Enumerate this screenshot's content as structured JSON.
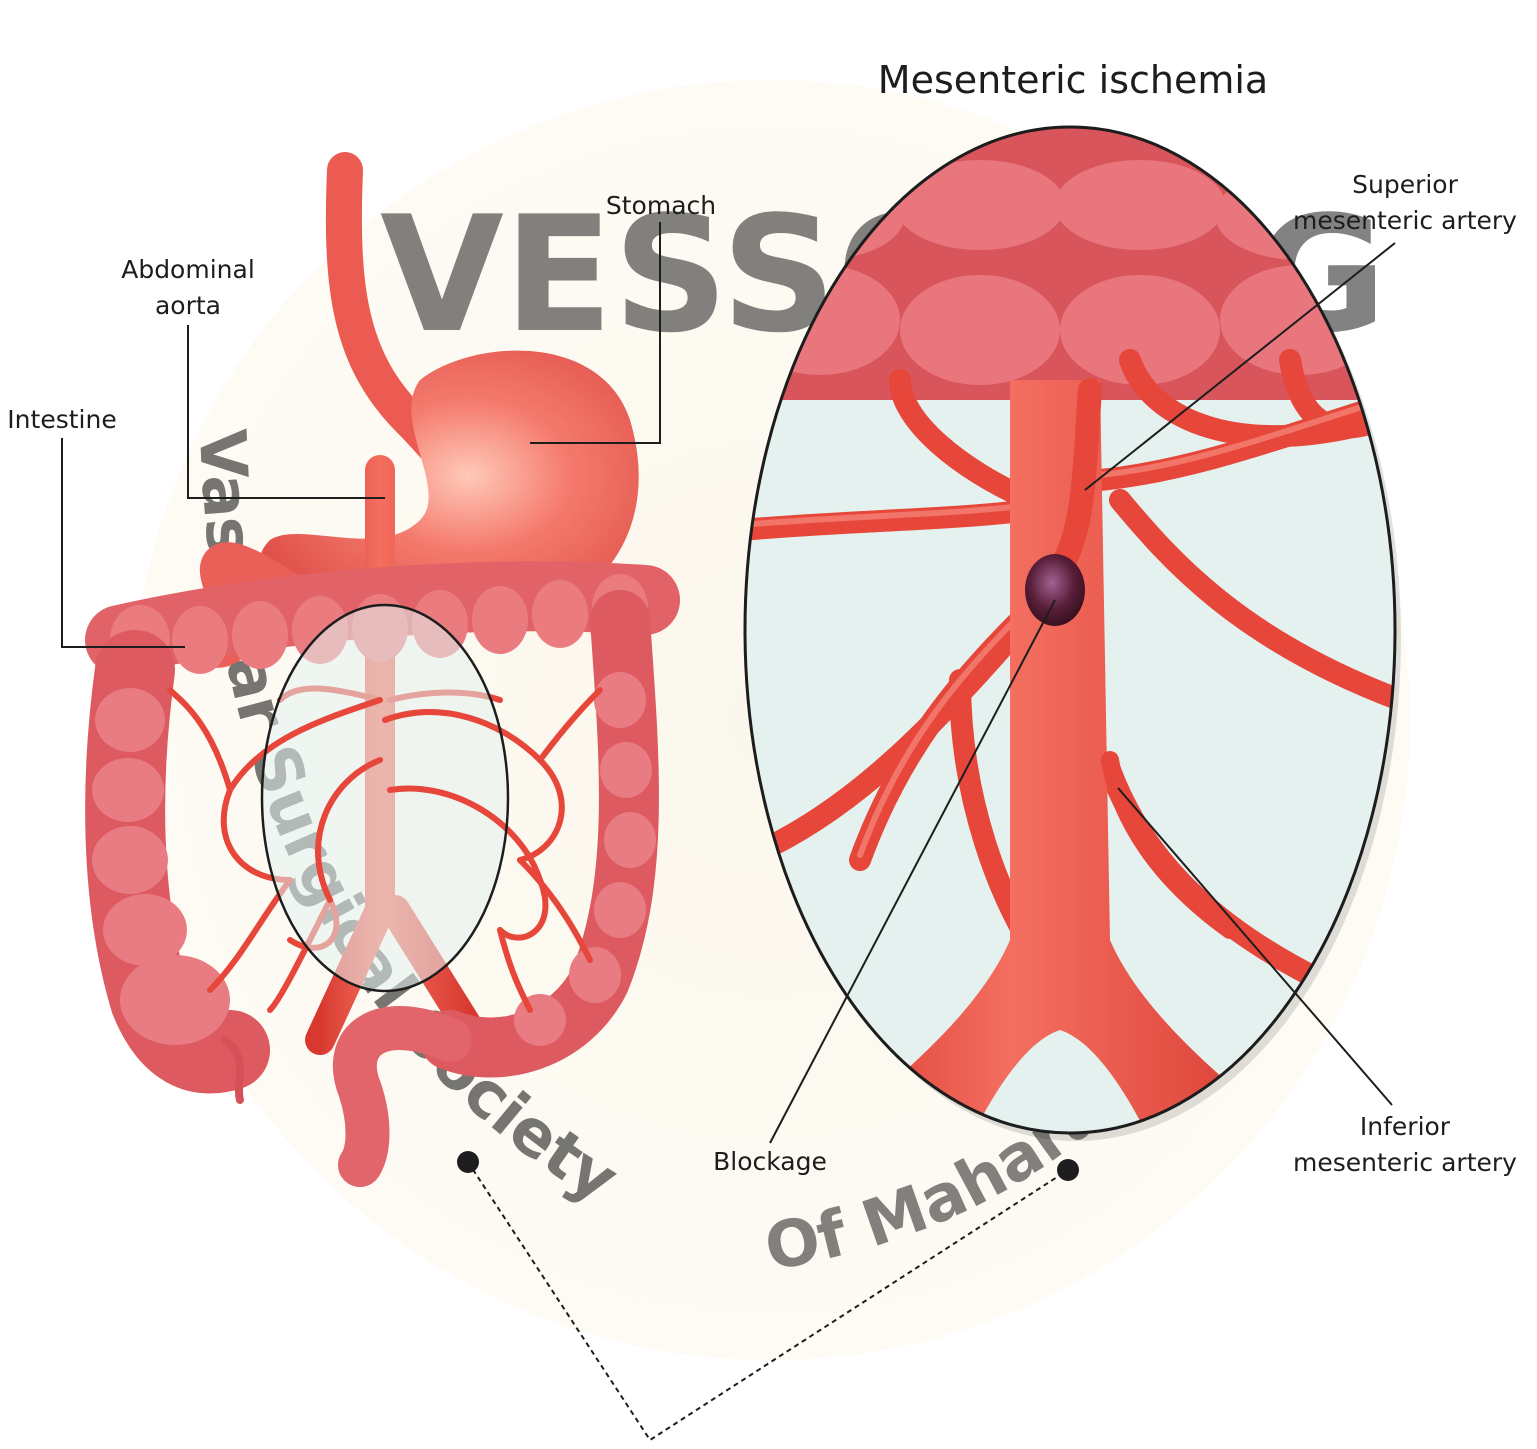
{
  "title": "Mesenteric ischemia",
  "labels": {
    "stomach": "Stomach",
    "abdominal_aorta_1": "Abdominal",
    "abdominal_aorta_2": "aorta",
    "intestine": "Intestine",
    "sma_1": "Superior",
    "sma_2": "mesenteric artery",
    "blockage": "Blockage",
    "ima_1": "Inferior",
    "ima_2": "mesenteric artery"
  },
  "watermark": {
    "logo_text": "VESSOMAG",
    "arc_text_left": "Vascular Surgical Society",
    "arc_text_right": "Of Maharashtra And Goa"
  },
  "colors": {
    "artery": "#e7463a",
    "colon": "#e3676b",
    "stomach": "#ef6b62",
    "background_fluid": "#e4f1ef",
    "blockage": "#5a1f3a"
  }
}
